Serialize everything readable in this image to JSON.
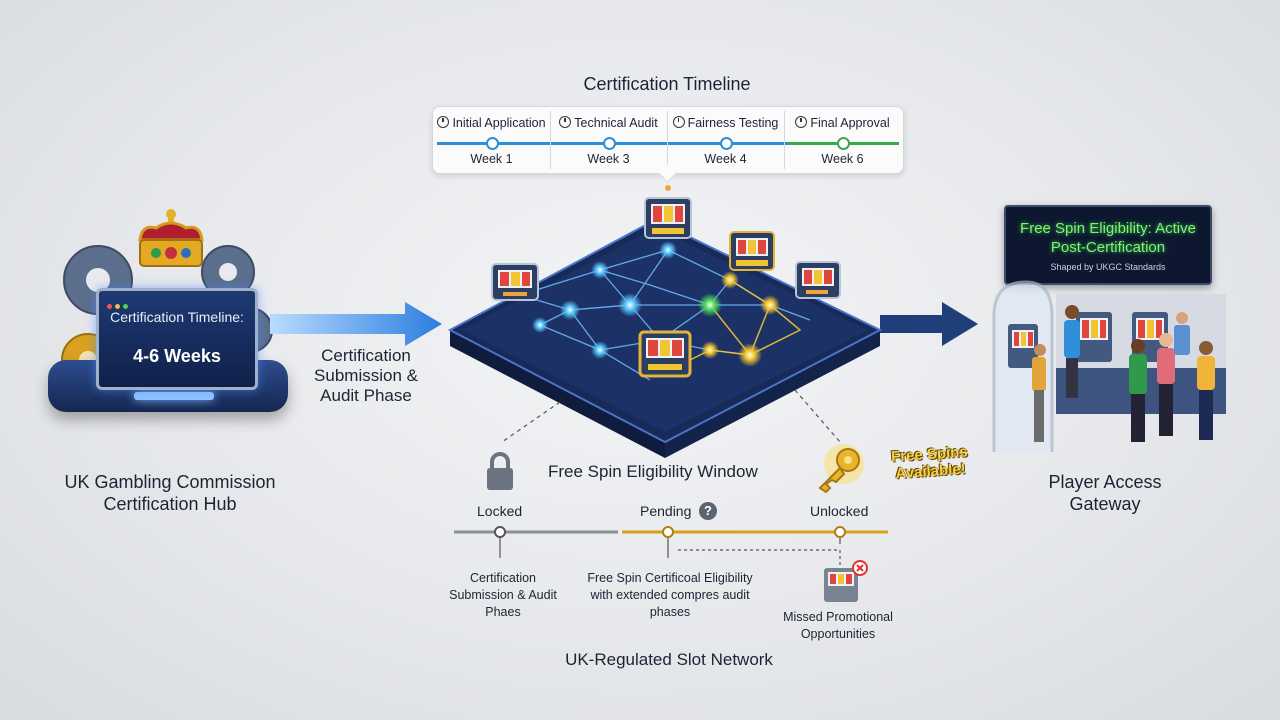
{
  "timeline": {
    "title": "Certification Timeline",
    "steps": [
      {
        "label": "Initial Application",
        "week": "Week 1"
      },
      {
        "label": "Technical Audit",
        "week": "Week 3"
      },
      {
        "label": "Fairness Testing",
        "week": "Week 4"
      },
      {
        "label": "Final Approval",
        "week": "Week 6"
      }
    ]
  },
  "hub": {
    "screen_title": "Certification Timeline:",
    "screen_value": "4-6 Weeks",
    "label": "UK Gambling Commission Certification Hub"
  },
  "arrow_label": "Certification Submission & Audit Phase",
  "eligibility": {
    "title": "Free Spin Eligibility Window",
    "states": [
      "Locked",
      "Pending",
      "Unlocked"
    ],
    "notes": [
      "Certification Submission & Audit Phaes",
      "Free Spin Certificoal Eligibility with extended compres audit phases",
      "Missed Promotional Opportunities"
    ],
    "badge": "Free Spins Available!",
    "network_label": "UK-Regulated Slot Network"
  },
  "gateway": {
    "sign_title": "Free Spin Eligibility: Active Post-Certification",
    "sign_sub": "Shaped by UKGC Standards",
    "label": "Player Access Gateway"
  },
  "colors": {
    "accent_blue": "#2d8fd5",
    "accent_green": "#3aa84a",
    "gold": "#d9a11e",
    "navy": "#152651",
    "sign_text": "#7ff07a"
  }
}
